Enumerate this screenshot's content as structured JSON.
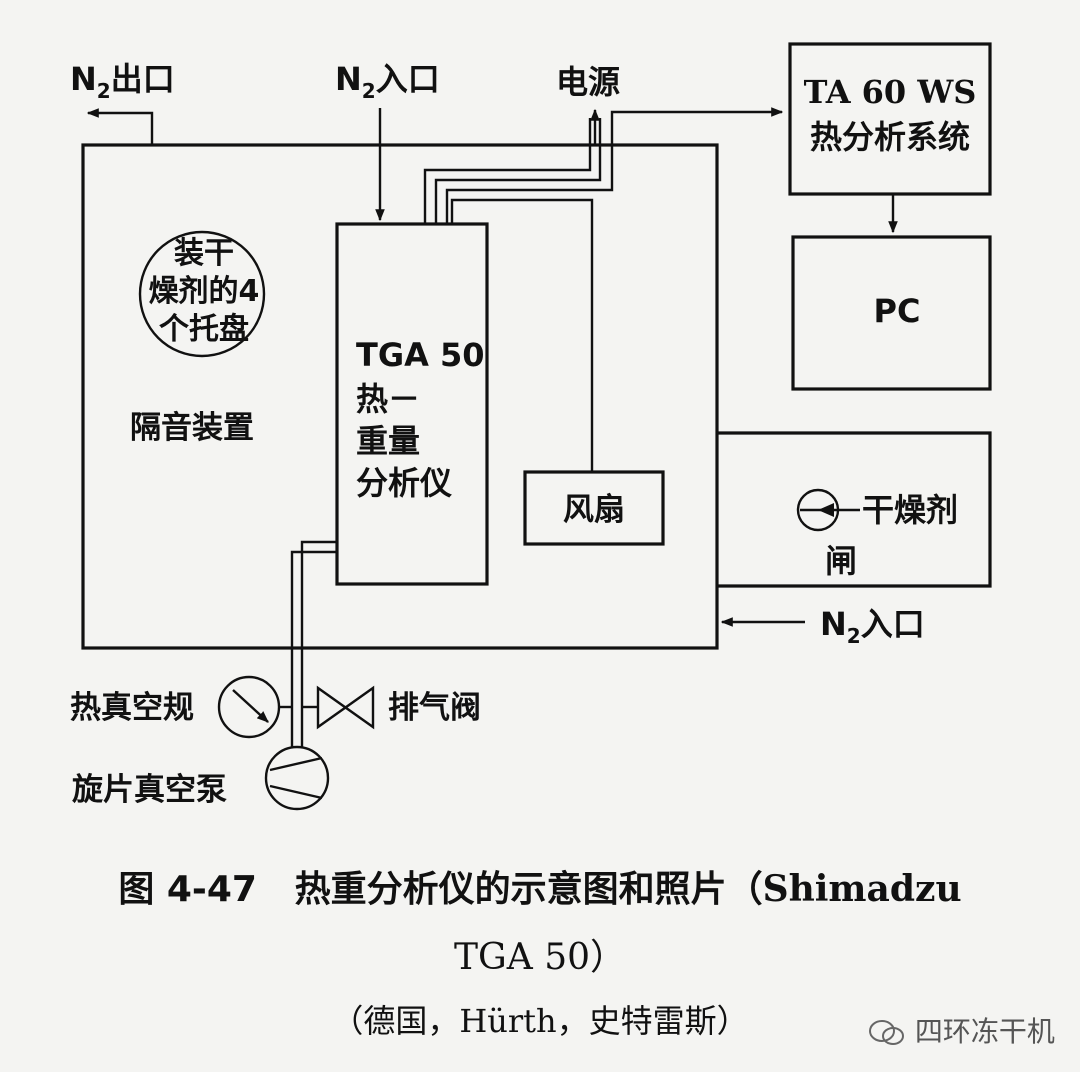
{
  "labels": {
    "n2_outlet_prefix": "N",
    "n2_outlet_sub": "2",
    "n2_outlet_suffix": "出口",
    "n2_inlet_top_prefix": "N",
    "n2_inlet_top_sub": "2",
    "n2_inlet_top_suffix": "入口",
    "power": "电源",
    "ta_system_line1": "TA 60 WS",
    "ta_system_line2": "热分析系统",
    "pc": "PC",
    "trays_line1": "装干",
    "trays_line2": "燥剂的4",
    "trays_line3": "个托盘",
    "soundproof": "隔音装置",
    "tga_line1": "TGA 50",
    "tga_line2": "热－",
    "tga_line3": "重量",
    "tga_line4": "分析仪",
    "fan": "风扇",
    "desiccant": "干燥剂",
    "gate": "闸",
    "n2_inlet_right_prefix": "N",
    "n2_inlet_right_sub": "2",
    "n2_inlet_right_suffix": "入口",
    "vacuum_gauge": "热真空规",
    "vent_valve": "排气阀",
    "rotary_pump": "旋片真空泵"
  },
  "caption": {
    "figure_number": "图 4-47",
    "title": "热重分析仪的示意图和照片（Shimadzu",
    "title_line2": "TGA 50）",
    "source": "（德国，Hürth，史特雷斯）"
  },
  "watermark": "四环冻干机"
}
